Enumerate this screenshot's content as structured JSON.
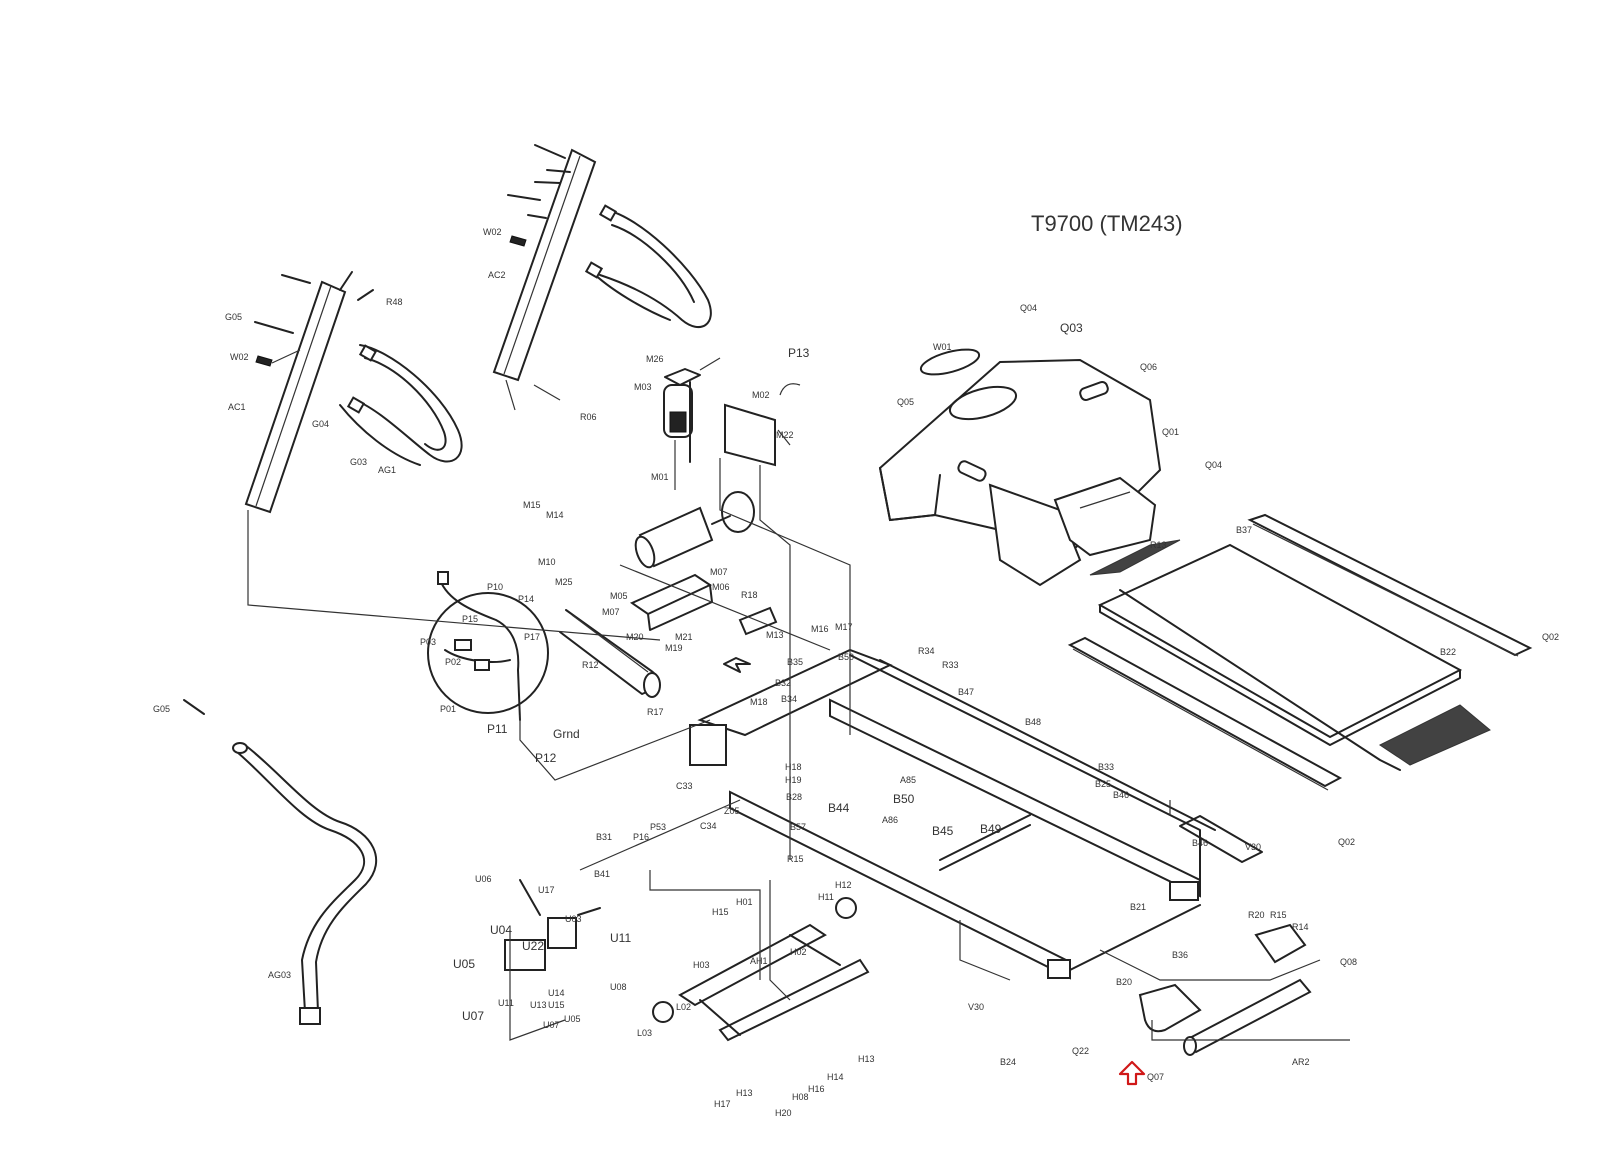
{
  "title": "T9700 (TM243)",
  "colors": {
    "line": "#222222",
    "highlight_arrow": "#d01818",
    "background": "#ffffff"
  },
  "labels": {
    "G05_top": "G05",
    "W02_left": "W02",
    "AC1": "AC1",
    "G04": "G04",
    "G03": "G03",
    "AG1": "AG1",
    "R48": "R48",
    "W02_top": "W02",
    "AC2": "AC2",
    "R06": "R06",
    "M26": "M26",
    "M03": "M03",
    "P13": "P13",
    "M02": "M02",
    "M22": "M22",
    "M01": "M01",
    "M15": "M15",
    "M14": "M14",
    "M10": "M10",
    "M25": "M25",
    "M05": "M05",
    "M07": "M07",
    "M06": "M06",
    "R18": "R18",
    "M13": "M13",
    "M20": "M20",
    "M21": "M21",
    "M19": "M19",
    "R12": "R12",
    "R17": "R17",
    "P10": "P10",
    "P14": "P14",
    "P15": "P15",
    "P17": "P17",
    "P03": "P03",
    "P02": "P02",
    "P01": "P01",
    "P11": "P11",
    "Grnd": "Grnd",
    "P12": "P12",
    "G05_left": "G05",
    "AG03": "AG03",
    "Q04_top": "Q04",
    "W01": "W01",
    "Q03": "Q03",
    "Q05": "Q05",
    "Q06": "Q06",
    "Q01": "Q01",
    "Q04_right": "Q04",
    "R13": "R13",
    "B37": "B37",
    "Q02_top": "Q02",
    "B22": "B22",
    "Q02_bottom": "Q02",
    "M16": "M16",
    "M17": "M17",
    "B35": "B35",
    "B32": "B32",
    "B34": "B34",
    "M18": "M18",
    "B50_small": "B50",
    "R34": "R34",
    "R33": "R33",
    "B47": "B47",
    "B48": "B48",
    "B33": "B33",
    "B25": "B25",
    "B46": "B46",
    "B46b": "B46",
    "H18": "H18",
    "H19": "H19",
    "B28": "B28",
    "B44": "B44",
    "B50": "B50",
    "B45": "B45",
    "B49": "B49",
    "A85": "A85",
    "A86": "A86",
    "B57": "B57",
    "R15": "R15",
    "C33": "C33",
    "C34": "C34",
    "Z05": "Z05",
    "B31": "B31",
    "P16": "P16",
    "P53": "P53",
    "B41": "B41",
    "U06": "U06",
    "U17": "U17",
    "U04": "U04",
    "U05": "U05",
    "U22": "U22",
    "U11": "U11",
    "U11b": "U11",
    "U14": "U14",
    "U15": "U15",
    "U13": "U13",
    "U07": "U07",
    "U07b": "U07",
    "U05b": "U05",
    "U08": "U08",
    "U03": "U03",
    "H01": "H01",
    "H15": "H15",
    "H12": "H12",
    "H11": "H11",
    "H02": "H02",
    "AH1": "AH1",
    "H03": "H03",
    "L02": "L02",
    "L03": "L03",
    "H13": "H13",
    "H14": "H14",
    "H16": "H16",
    "H08": "H08",
    "H17": "H17",
    "H13b": "H13",
    "H20": "H20",
    "B21": "B21",
    "V30": "V30",
    "V30b": "V30",
    "R20": "R20",
    "R15b": "R15",
    "R14": "R14",
    "Q08": "Q08",
    "B36": "B36",
    "B20": "B20",
    "Q22": "Q22",
    "B24": "B24",
    "Q07": "Q07",
    "AR2": "AR2"
  }
}
